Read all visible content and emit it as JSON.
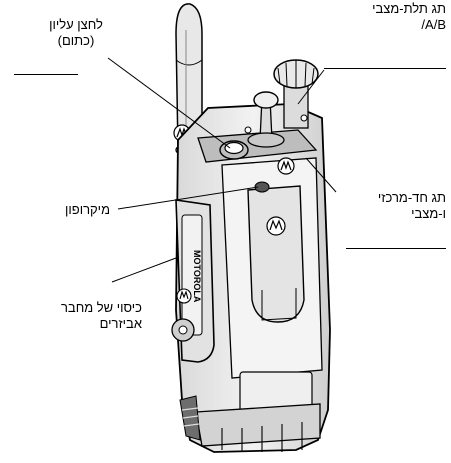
{
  "labels": {
    "top_button_line1": "לחצן עליון",
    "top_button_line2": "(כתום)",
    "three_pos_line1": "תג תלת-מצבי",
    "three_pos_line2": "A/B/",
    "microphone": "מיקרופון",
    "center_line1": "תג חד-מרכזי",
    "center_line2": "ו-מצבי",
    "cover_line1": "כיסוי של מחבר",
    "cover_line2": "אביזרים"
  },
  "brand": {
    "side_text": "MOTOROLA"
  },
  "colors": {
    "ink": "#000000",
    "device_fill": "#e6e6e6",
    "device_dark": "#8c8c8c",
    "paper": "#ffffff"
  }
}
